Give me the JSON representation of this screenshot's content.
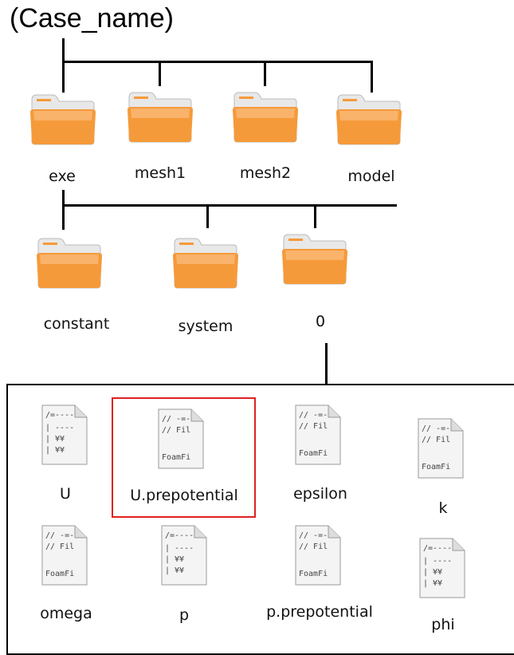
{
  "root": {
    "label": "(Case_name)"
  },
  "level1": [
    {
      "label": "exe"
    },
    {
      "label": "mesh1"
    },
    {
      "label": "mesh2"
    },
    {
      "label": "model"
    }
  ],
  "level2": [
    {
      "label": "constant"
    },
    {
      "label": "system"
    },
    {
      "label": "0"
    }
  ],
  "files": [
    {
      "label": "U",
      "style": "dict"
    },
    {
      "label": "U.prepotential",
      "style": "foam",
      "highlighted": true
    },
    {
      "label": "epsilon",
      "style": "foam"
    },
    {
      "label": "k",
      "style": "foam"
    },
    {
      "label": "omega",
      "style": "foam"
    },
    {
      "label": "p",
      "style": "dict"
    },
    {
      "label": "p.prepotential",
      "style": "foam"
    },
    {
      "label": "phi",
      "style": "dict"
    }
  ],
  "file_icon_text": {
    "foam_line1": "// -=-",
    "foam_line2": "// Fil",
    "foam_line3": "FoamFi",
    "dict_line1": "/=----",
    "dict_line2": "| ----",
    "dict_line3": "| ¥¥",
    "dict_line4": "| ¥¥"
  },
  "colors": {
    "folder": "#f59a3a",
    "folder_light": "#fbc58c",
    "highlight": "#e02020"
  }
}
